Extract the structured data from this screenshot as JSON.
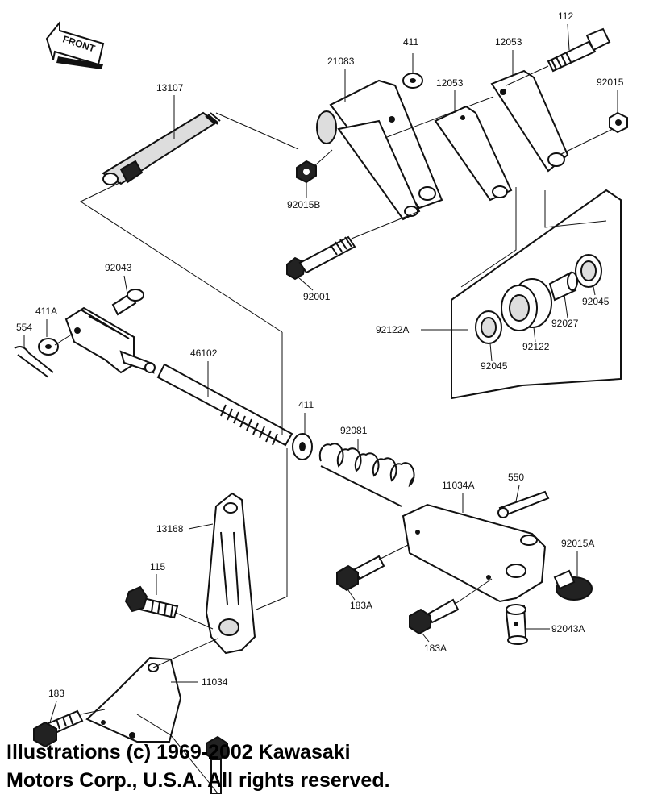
{
  "front_arrow": {
    "label": "FRONT"
  },
  "part_labels": [
    {
      "id": "13107",
      "text": "13107"
    },
    {
      "id": "21083",
      "text": "21083"
    },
    {
      "id": "411-top",
      "text": "411"
    },
    {
      "id": "12053-upper",
      "text": "12053"
    },
    {
      "id": "12053-lower",
      "text": "12053"
    },
    {
      "id": "112",
      "text": "112"
    },
    {
      "id": "92015",
      "text": "92015"
    },
    {
      "id": "92015B",
      "text": "92015B"
    },
    {
      "id": "92001",
      "text": "92001"
    },
    {
      "id": "92043",
      "text": "92043"
    },
    {
      "id": "411A",
      "text": "411A"
    },
    {
      "id": "554",
      "text": "554"
    },
    {
      "id": "46102",
      "text": "46102"
    },
    {
      "id": "92122A",
      "text": "92122A"
    },
    {
      "id": "92045-right",
      "text": "92045"
    },
    {
      "id": "92027",
      "text": "92027"
    },
    {
      "id": "92122",
      "text": "92122"
    },
    {
      "id": "92045-left",
      "text": "92045"
    },
    {
      "id": "411-mid",
      "text": "411"
    },
    {
      "id": "92081",
      "text": "92081"
    },
    {
      "id": "550",
      "text": "550"
    },
    {
      "id": "11034A",
      "text": "11034A"
    },
    {
      "id": "13168",
      "text": "13168"
    },
    {
      "id": "115",
      "text": "115"
    },
    {
      "id": "92015A",
      "text": "92015A"
    },
    {
      "id": "183A-upper",
      "text": "183A"
    },
    {
      "id": "92043A",
      "text": "92043A"
    },
    {
      "id": "183A-lower",
      "text": "183A"
    },
    {
      "id": "11034",
      "text": "11034"
    },
    {
      "id": "183",
      "text": "183"
    }
  ],
  "copyright": {
    "line1": "Illustrations (c) 1969-2002 Kawasaki",
    "line2": "Motors Corp., U.S.A.  All rights reserved."
  }
}
